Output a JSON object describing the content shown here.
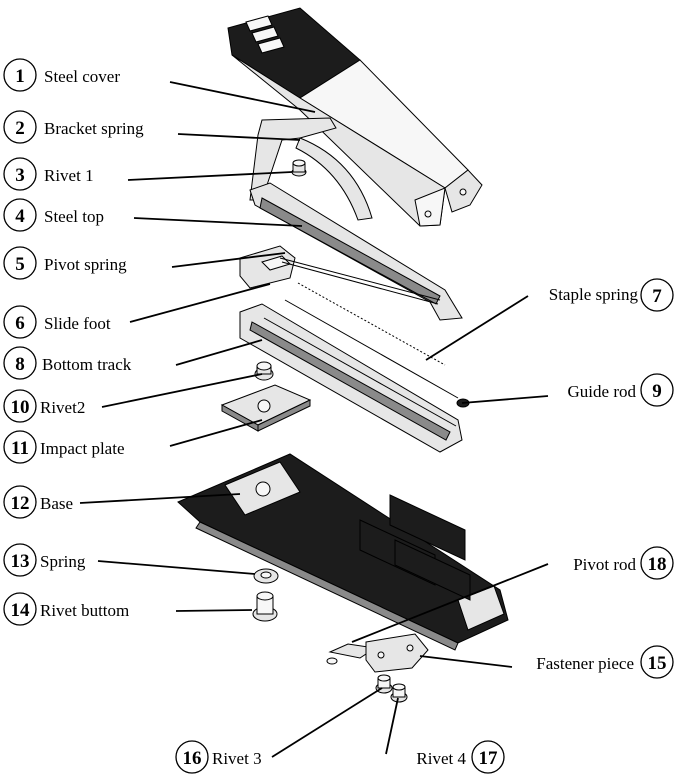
{
  "parts": [
    {
      "num": "1",
      "label": "Steel cover"
    },
    {
      "num": "2",
      "label": "Bracket spring"
    },
    {
      "num": "3",
      "label": "Rivet 1"
    },
    {
      "num": "4",
      "label": "Steel top"
    },
    {
      "num": "5",
      "label": "Pivot spring"
    },
    {
      "num": "6",
      "label": "Slide foot"
    },
    {
      "num": "7",
      "label": "Staple spring"
    },
    {
      "num": "8",
      "label": "Bottom track"
    },
    {
      "num": "9",
      "label": "Guide rod"
    },
    {
      "num": "10",
      "label": "Rivet2"
    },
    {
      "num": "11",
      "label": "Impact plate"
    },
    {
      "num": "12",
      "label": "Base"
    },
    {
      "num": "13",
      "label": "Spring"
    },
    {
      "num": "14",
      "label": "Rivet buttom"
    },
    {
      "num": "15",
      "label": "Fastener piece"
    },
    {
      "num": "16",
      "label": "Rivet 3"
    },
    {
      "num": "17",
      "label": "Rivet 4"
    },
    {
      "num": "18",
      "label": "Pivot rod"
    }
  ]
}
